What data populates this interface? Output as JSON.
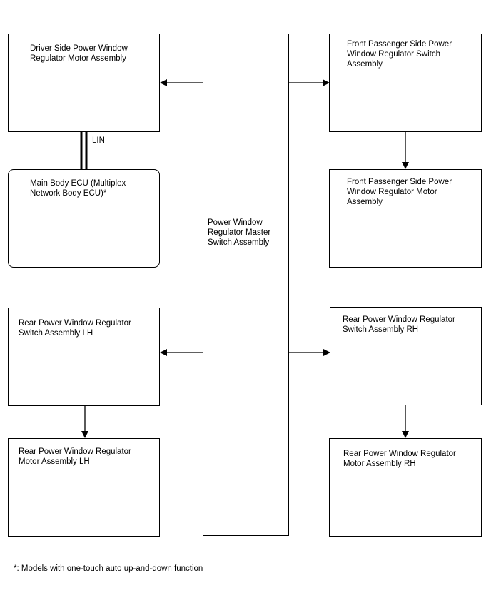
{
  "blocks": {
    "driver_motor": "Driver Side Power Window\nRegulator Motor Assembly",
    "main_body_ecu": "Main Body ECU (Multiplex\nNetwork Body ECU)*",
    "master_switch": "Power Window\nRegulator Master\nSwitch Assembly",
    "fp_switch": "Front Passenger Side Power\nWindow Regulator Switch\nAssembly",
    "fp_motor": "Front Passenger Side Power\nWindow Regulator Motor\nAssembly",
    "rear_lh_switch": "Rear Power Window Regulator\nSwitch Assembly LH",
    "rear_lh_motor": "Rear Power Window Regulator\nMotor Assembly LH",
    "rear_rh_switch": "Rear Power Window Regulator\nSwitch Assembly RH",
    "rear_rh_motor": "Rear Power Window Regulator\nMotor Assembly RH"
  },
  "connections": {
    "lin_label": "LIN"
  },
  "footnote": "*: Models with one-touch auto up-and-down function",
  "colors": {
    "line": "#000000",
    "background": "#ffffff"
  }
}
